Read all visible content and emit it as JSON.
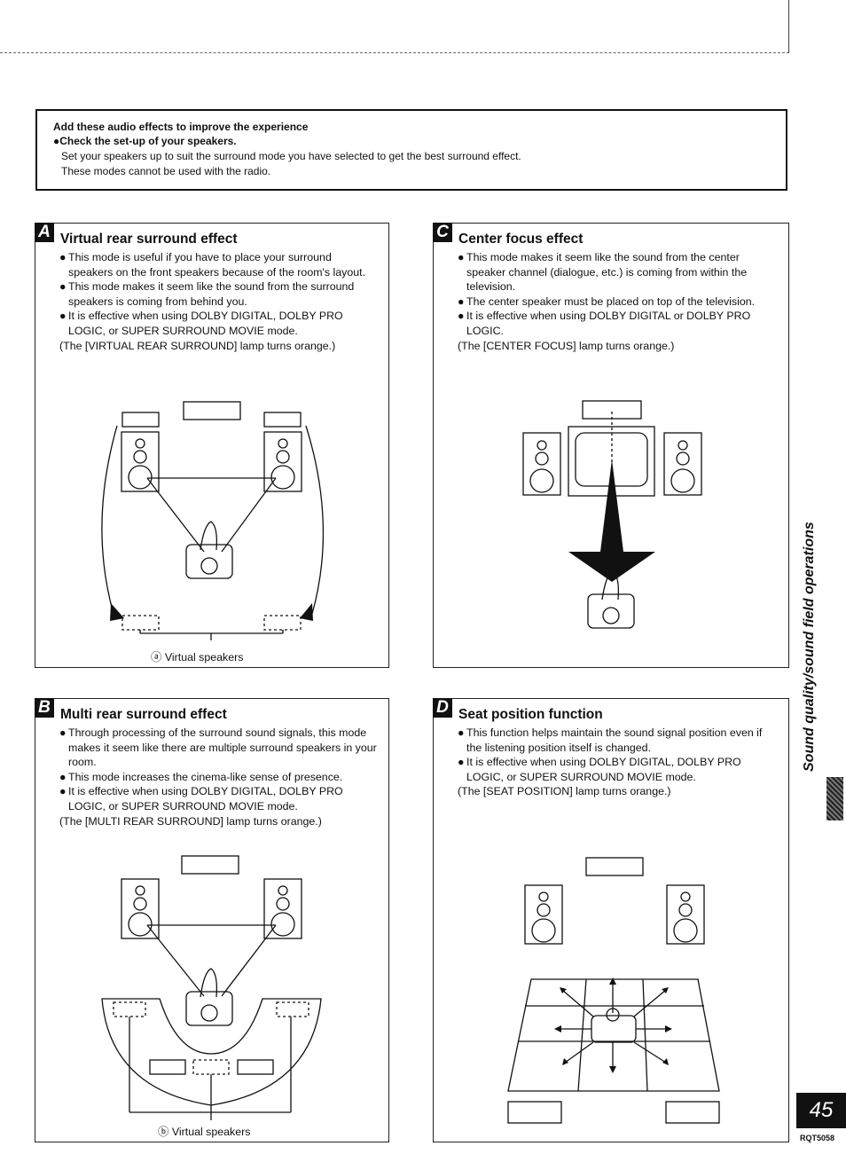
{
  "intro": {
    "heading": "Add these audio effects to improve the experience",
    "check": "●Check the set-up of your speakers.",
    "line1": "Set your speakers up to suit the surround mode you have selected to get the best surround effect.",
    "line2": "These modes cannot be used with the radio."
  },
  "panels": {
    "a": {
      "badge": "A",
      "title": "Virtual rear surround effect",
      "bullets": [
        "This mode is useful if you have to place your surround speakers on the front speakers because of the room's layout.",
        "This mode makes it seem like the sound from the surround speakers is coming from behind you.",
        "It is effective when using DOLBY DIGITAL, DOLBY PRO LOGIC, or SUPER SURROUND MOVIE mode."
      ],
      "note": "(The [VIRTUAL REAR SURROUND] lamp turns orange.)",
      "caption_marker": "ⓐ",
      "caption": "Virtual speakers"
    },
    "b": {
      "badge": "B",
      "title": "Multi rear surround effect",
      "bullets": [
        "Through processing of the surround sound signals, this mode makes it seem like there are multiple surround speakers in your room.",
        "This mode increases the cinema-like sense of presence.",
        "It is effective when using DOLBY DIGITAL, DOLBY PRO LOGIC, or SUPER SURROUND MOVIE mode."
      ],
      "note": "(The [MULTI REAR SURROUND] lamp turns orange.)",
      "caption_marker": "ⓑ",
      "caption": "Virtual speakers"
    },
    "c": {
      "badge": "C",
      "title": "Center focus effect",
      "bullets": [
        "This mode makes it seem like the sound from the center speaker channel (dialogue, etc.) is coming from within the television.",
        "The center speaker must be placed on top of the television.",
        "It is effective when using DOLBY DIGITAL or DOLBY PRO LOGIC."
      ],
      "note": "(The [CENTER FOCUS] lamp turns orange.)"
    },
    "d": {
      "badge": "D",
      "title": "Seat position function",
      "bullets": [
        "This function helps maintain the sound signal position even if the listening position itself is changed.",
        "It is effective when using DOLBY DIGITAL, DOLBY PRO LOGIC, or SUPER SURROUND MOVIE mode."
      ],
      "note": "(The [SEAT POSITION] lamp turns orange.)"
    }
  },
  "side_title": "Sound quality/sound field operations",
  "page_number": "45",
  "doc_code": "RQT5058"
}
